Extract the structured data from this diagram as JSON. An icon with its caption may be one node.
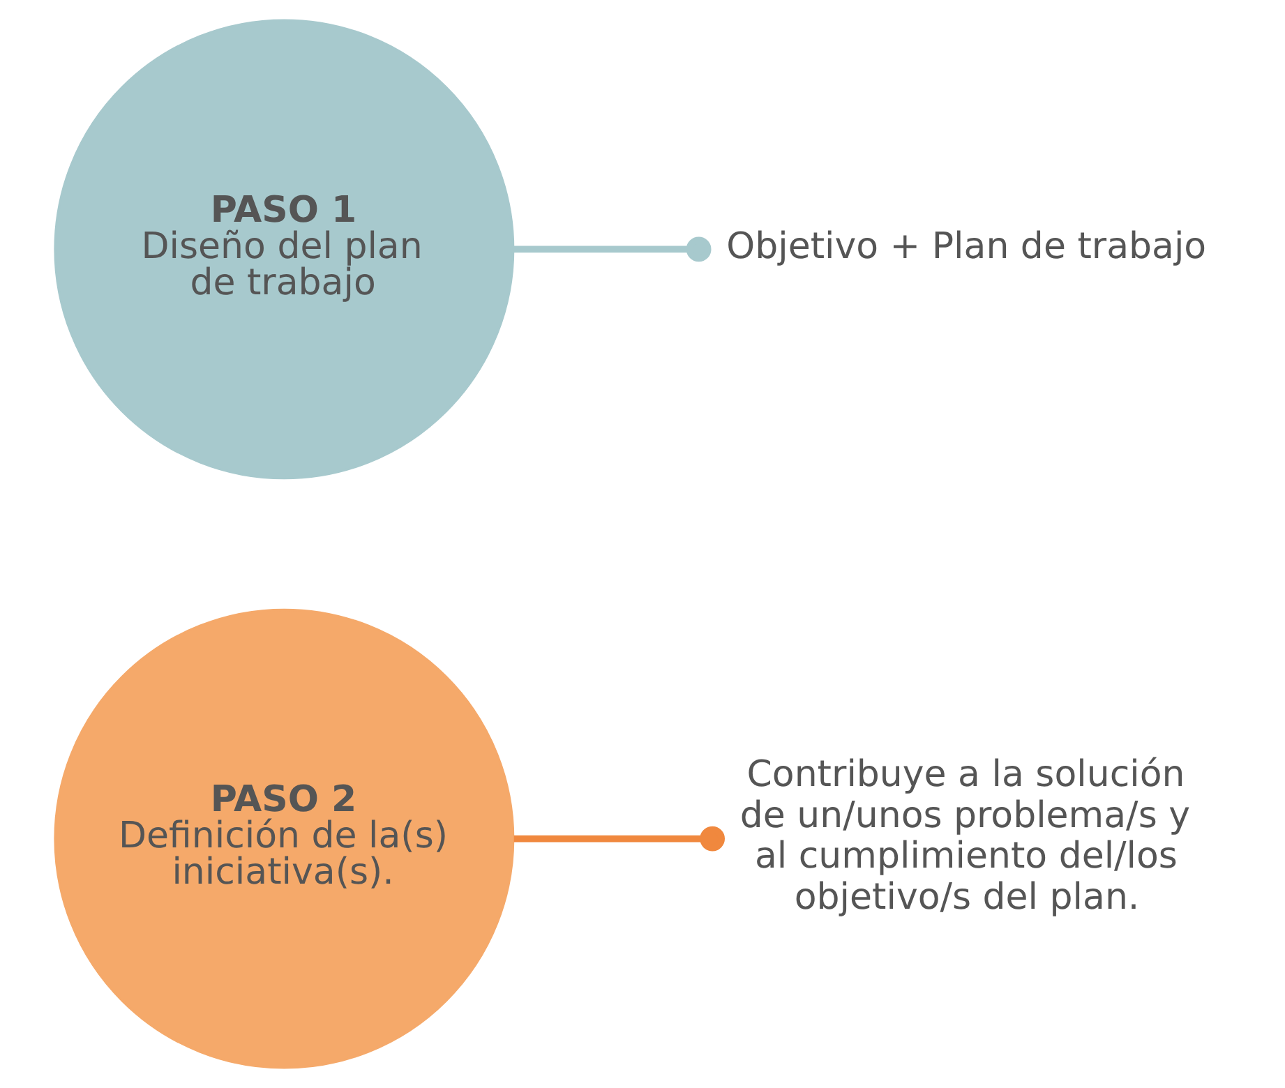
{
  "diagram": {
    "nodes": [
      {
        "text": [
          "PASO 1",
          "Diseño del plan de trabajo"
        ]
      },
      {
        "text": [
          "PASO 2",
          "Definición de la(s) iniciativa(s)."
        ]
      },
      {
        "text": [
          "Objetivo + Plan de trabajo"
        ]
      },
      {
        "text": [
          "Contribuye a la solución de un/unos problema/s y  al cumplimiento del/los objetivo/s del plan."
        ]
      }
    ],
    "edges": [
      {
        "from": 0,
        "to": 2,
        "arrow": "other",
        "color": "#a7c9cd"
      },
      {
        "from": 1,
        "to": 3,
        "arrow": "other",
        "color": "#f0883e"
      }
    ]
  }
}
